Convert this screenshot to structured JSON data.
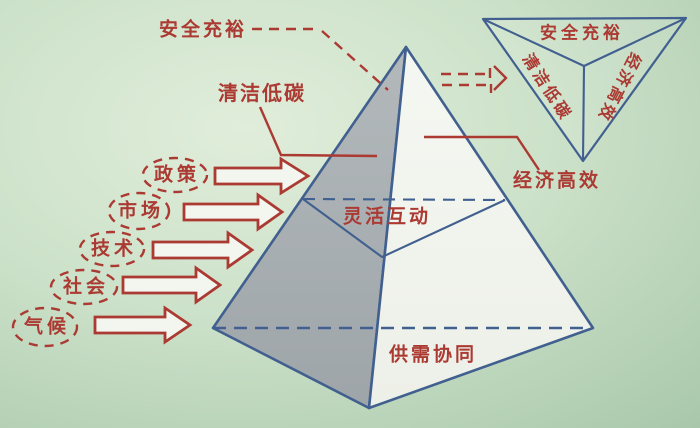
{
  "colors": {
    "background_outer": "#a9c8ab",
    "background_mid": "#cde2ca",
    "background_inner": "#e0edda",
    "label_red": "#ab3a33",
    "edge_blue": "#41608f",
    "face_gray_light": "#b3b9bb",
    "face_gray_dark": "#9ea5a9",
    "face_white_light": "#f5f7f2",
    "face_white_dark": "#edf0e8",
    "arrow_fill": "#f2f6ee"
  },
  "pyramid": {
    "labels": {
      "top": "安全充裕",
      "left_face": "清洁低碳",
      "right_face": "经济高效",
      "middle_band": "灵活互动",
      "base": "供需协同"
    }
  },
  "top_view": {
    "labels": {
      "top_face": "安全充裕",
      "left_face": "清洁低碳",
      "right_face": "经济高效"
    }
  },
  "drivers": [
    {
      "label": "政策"
    },
    {
      "label": "市场"
    },
    {
      "label": "技术"
    },
    {
      "label": "社会"
    },
    {
      "label": "气候"
    }
  ]
}
